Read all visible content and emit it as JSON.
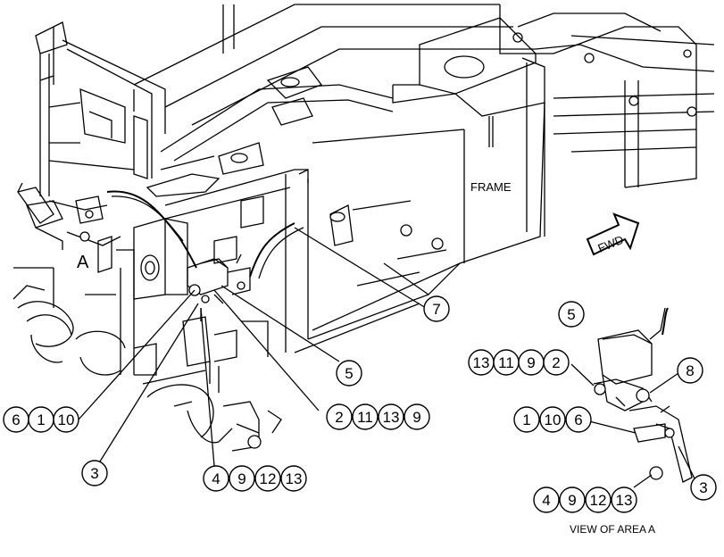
{
  "labels": {
    "frame": "FRAME",
    "area_a": "A",
    "fwd": "FWD",
    "view_caption": "VIEW OF AREA  A"
  },
  "callouts": {
    "c_6_1_10": [
      "6",
      "1",
      "10"
    ],
    "c_3_main": [
      "3"
    ],
    "c_4_9_12_13_main": [
      "4",
      "9",
      "12",
      "13"
    ],
    "c_2_11_13_9": [
      "2",
      "11",
      "13",
      "9"
    ],
    "c_5_main": [
      "5"
    ],
    "c_7": [
      "7"
    ],
    "c_5_view": [
      "5"
    ],
    "c_13_11_9_2": [
      "13",
      "11",
      "9",
      "2"
    ],
    "c_8": [
      "8"
    ],
    "c_1_10_6": [
      "1",
      "10",
      "6"
    ],
    "c_3_view": [
      "3"
    ],
    "c_4_9_12_13_view": [
      "4",
      "9",
      "12",
      "13"
    ]
  }
}
